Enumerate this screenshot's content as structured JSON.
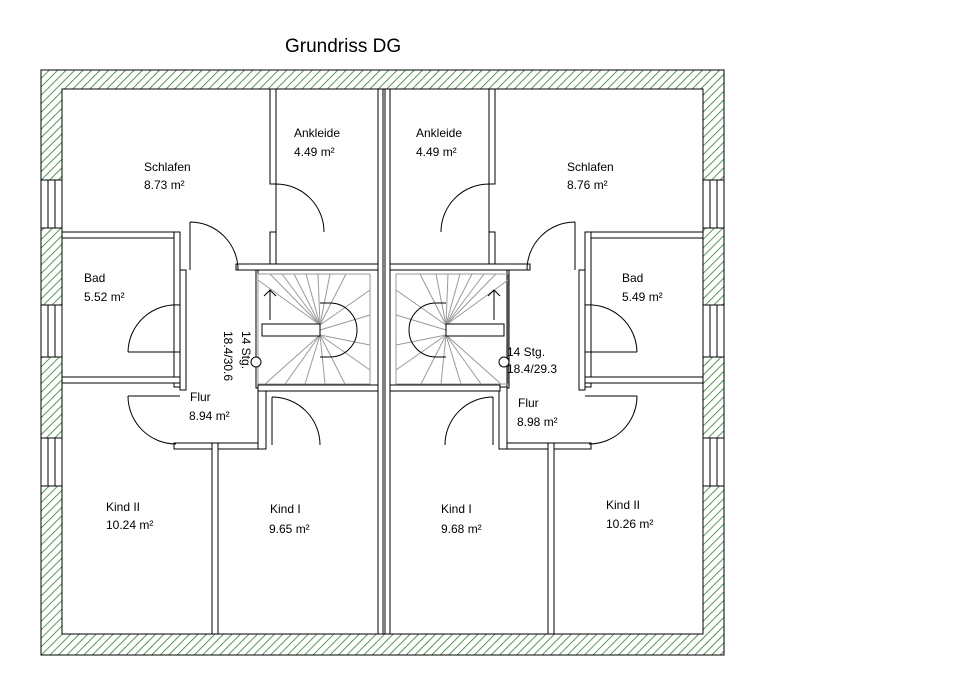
{
  "title": "Grundriss DG",
  "colors": {
    "wall_hatch": "#2e7d2e",
    "line": "#000000",
    "stair": "#9a9a9a",
    "background": "#ffffff"
  },
  "left_unit": {
    "schlafen": {
      "name": "Schlafen",
      "area": "8.73 m²"
    },
    "ankleide": {
      "name": "Ankleide",
      "area": "4.49 m²"
    },
    "bad": {
      "name": "Bad",
      "area": "5.52 m²"
    },
    "flur": {
      "name": "Flur",
      "area": "8.94 m²"
    },
    "kind2": {
      "name": "Kind II",
      "area": "10.24 m²"
    },
    "kind1": {
      "name": "Kind I",
      "area": "9.65 m²"
    },
    "stairs": {
      "steps": "14 Stg.",
      "rise_run": "18.4/30.6"
    }
  },
  "right_unit": {
    "schlafen": {
      "name": "Schlafen",
      "area": "8.76 m²"
    },
    "ankleide": {
      "name": "Ankleide",
      "area": "4.49 m²"
    },
    "bad": {
      "name": "Bad",
      "area": "5.49 m²"
    },
    "flur": {
      "name": "Flur",
      "area": "8.98 m²"
    },
    "kind2": {
      "name": "Kind II",
      "area": "10.26 m²"
    },
    "kind1": {
      "name": "Kind I",
      "area": "9.68 m²"
    },
    "stairs": {
      "steps": "14 Stg.",
      "rise_run": "18.4/29.3"
    }
  }
}
